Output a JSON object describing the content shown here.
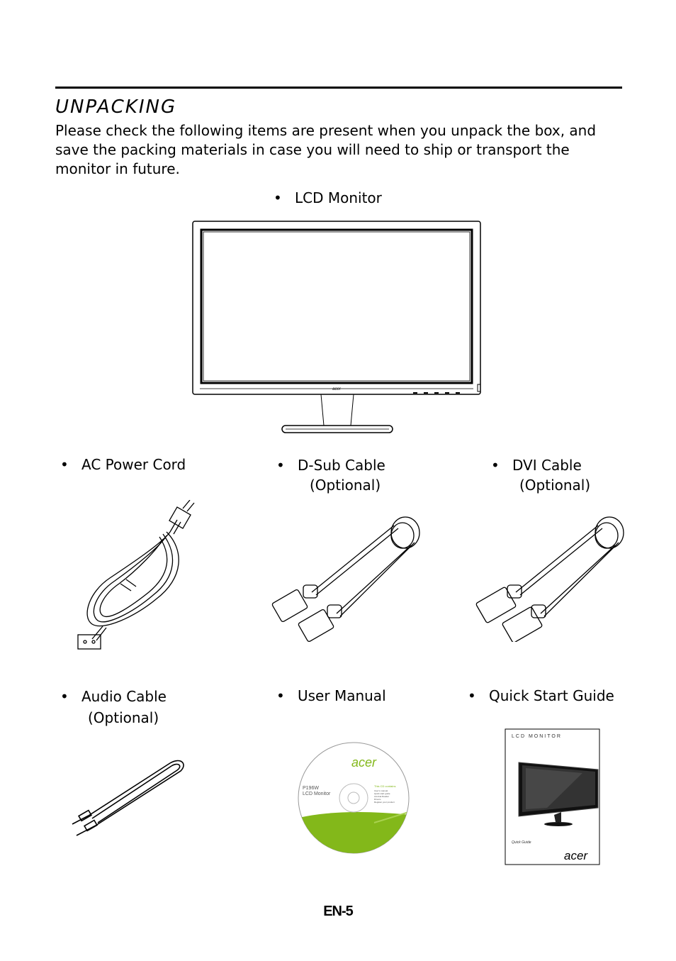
{
  "section": {
    "title": "UNPACKING",
    "intro": "Please check the following items are present when you unpack the box, and save the packing materials in case you will need to ship or transport the monitor in future."
  },
  "items": {
    "monitor": {
      "bullet": "•",
      "label": "LCD Monitor"
    },
    "power_cord": {
      "bullet": "•",
      "label": "AC Power Cord"
    },
    "dsub": {
      "bullet": "•",
      "label": "D-Sub Cable",
      "note": "(Optional)"
    },
    "dvi": {
      "bullet": "•",
      "label": "DVI Cable",
      "note": "(Optional)"
    },
    "audio": {
      "bullet": "•",
      "label": "Audio Cable",
      "note": "(Optional)"
    },
    "manual": {
      "bullet": "•",
      "label": "User Manual"
    },
    "guide": {
      "bullet": "•",
      "label": "Quick Start Guide"
    }
  },
  "cd": {
    "brand": "acer",
    "model": "P196W",
    "product": "LCD Monitor",
    "contents_title": "This CD contains",
    "contents": [
      "User's manual",
      "Quick start guide",
      "Acrobat Reader",
      "Drivers",
      "Register your product"
    ],
    "brand_color": "#83b81a"
  },
  "guide_cover": {
    "header": "LCD MONITOR",
    "caption": "Quick Guide",
    "brand": "acer"
  },
  "footer": {
    "page": "EN-5"
  }
}
